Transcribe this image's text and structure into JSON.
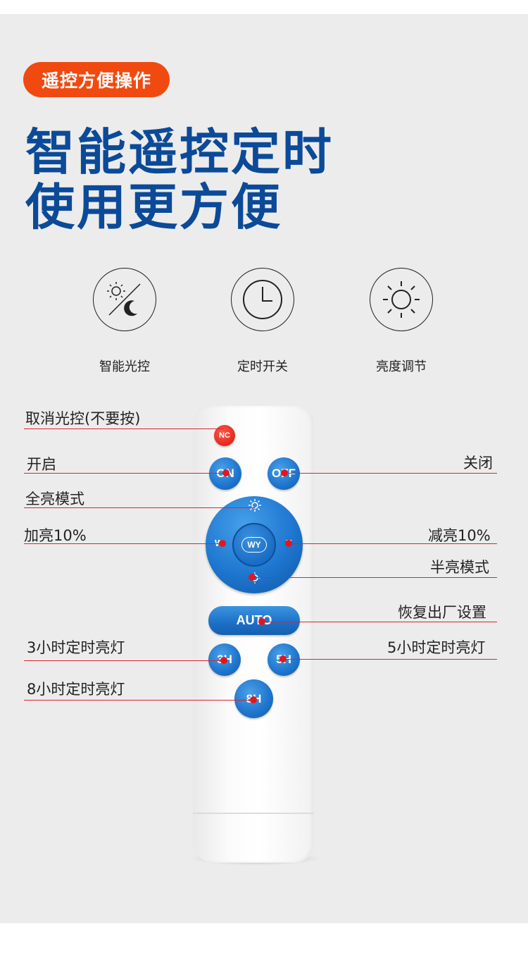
{
  "badge": "遥控方便操作",
  "headline": {
    "line1": "智能遥控定时",
    "line2": "使用更方便"
  },
  "features": [
    {
      "icon": "sun-moon-icon",
      "label": "智能光控"
    },
    {
      "icon": "clock-icon",
      "label": "定时开关"
    },
    {
      "icon": "sun-icon",
      "label": "亮度调节"
    }
  ],
  "remote": {
    "nc": "NC",
    "on": "ON",
    "off": "OFF",
    "center": "WY",
    "left": "W",
    "right": "Y",
    "auto": "AUTO",
    "h3": "3H",
    "h5": "5H",
    "h8": "8H"
  },
  "callouts": {
    "nc": "取消光控(不要按)",
    "on": "开启",
    "off": "关闭",
    "full": "全亮模式",
    "plus": "加亮10%",
    "minus": "减亮10%",
    "half": "半亮模式",
    "reset": "恢复出厂设置",
    "h3": "3小时定时亮灯",
    "h5": "5小时定时亮灯",
    "h8": "8小时定时亮灯"
  },
  "colors": {
    "accent": "#f04a10",
    "headline": "#0b4a98",
    "button": "#1e74cc",
    "callout_line": "#d8262e"
  }
}
